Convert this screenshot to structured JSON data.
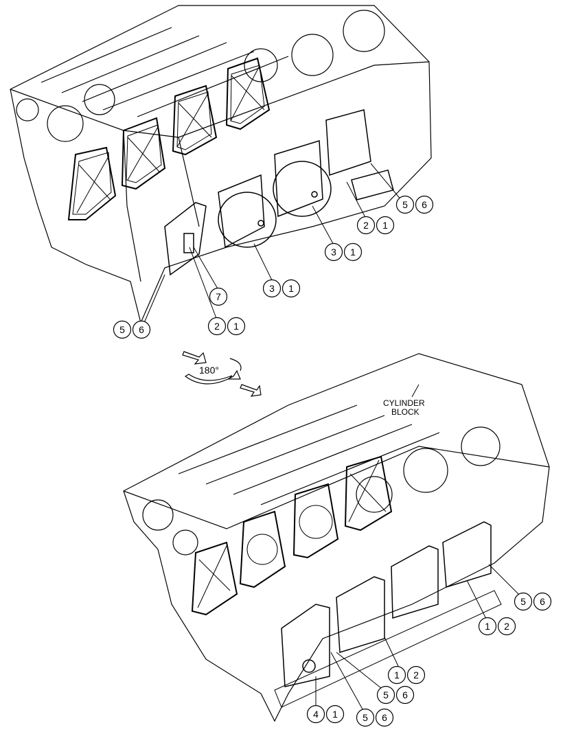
{
  "diagram": {
    "rotation_label": "180°",
    "block_label_line1": "CYLINDER",
    "block_label_line2": "BLOCK",
    "callouts_top": [
      [
        "5",
        "6"
      ],
      [
        "2",
        "1"
      ],
      [
        "3",
        "1"
      ],
      [
        "3",
        "1"
      ],
      [
        "7"
      ],
      [
        "2",
        "1"
      ],
      [
        "5",
        "6"
      ]
    ],
    "callouts_bottom": [
      [
        "5",
        "6"
      ],
      [
        "1",
        "2"
      ],
      [
        "1",
        "2"
      ],
      [
        "5",
        "6"
      ],
      [
        "4",
        "1"
      ],
      [
        "5",
        "6"
      ]
    ]
  },
  "colors": {
    "ink": "#000000",
    "paper": "#ffffff"
  }
}
